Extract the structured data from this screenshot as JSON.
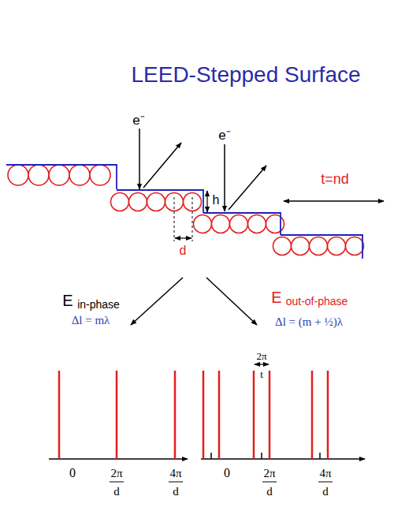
{
  "diagram": {
    "title": "LEED-Stepped Surface",
    "labels": [
      "e⁻",
      "e⁻",
      "h",
      "d",
      "t=nd",
      "E",
      "in-phase",
      "Δl = mλ",
      "E",
      "out-of-phase",
      "Δl = (m + ½)λ",
      "0",
      "2π",
      "d",
      "4π",
      "d",
      "0",
      "2π",
      "t",
      "2π",
      "d",
      "4π",
      "d"
    ]
  }
}
